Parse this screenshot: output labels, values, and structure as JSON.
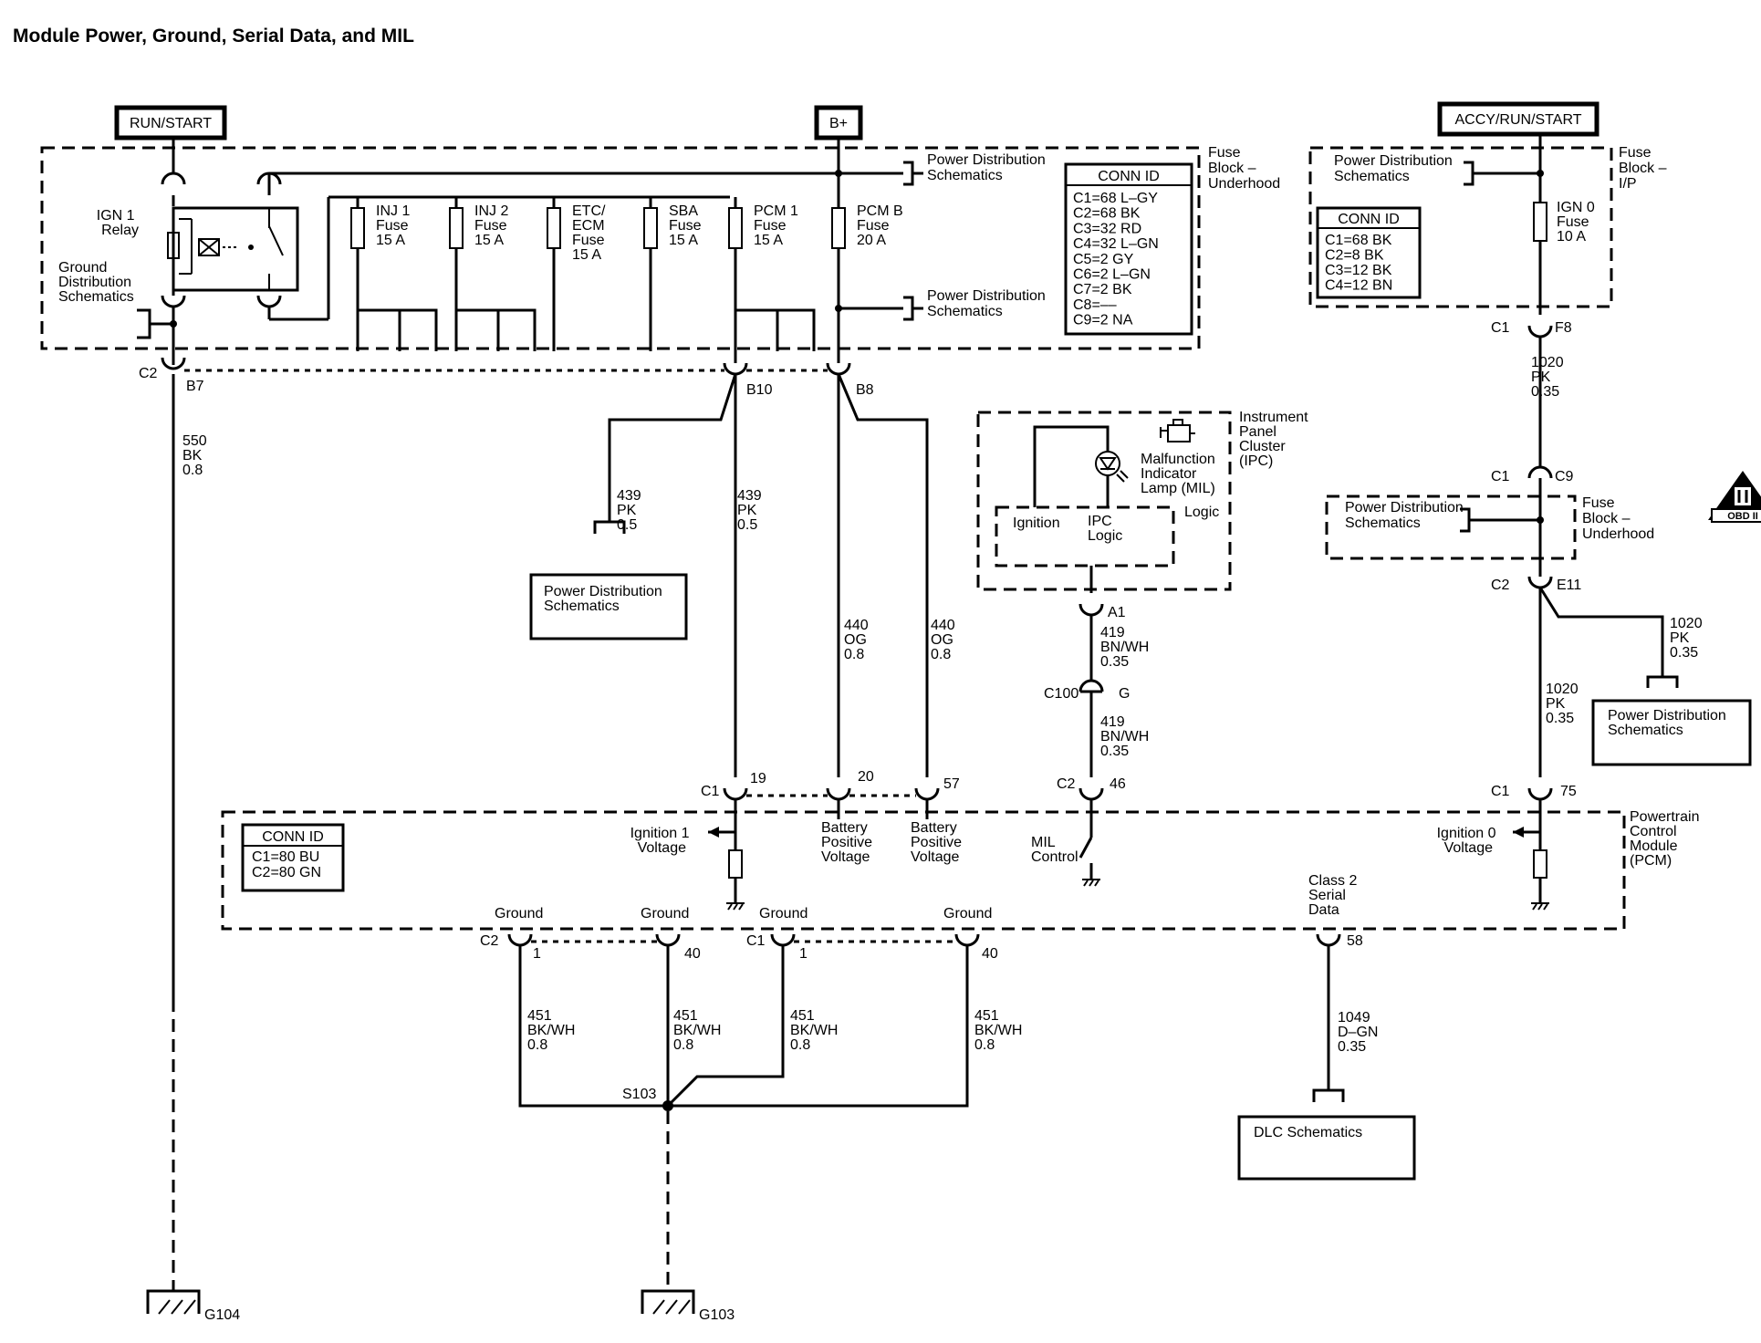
{
  "title": "Module Power, Ground, Serial Data, and MIL",
  "power_labels": {
    "run_start": "RUN/START",
    "bplus": "B+",
    "accy": "ACCY/RUN/START"
  },
  "fuse_block_uh": {
    "name": [
      "Fuse",
      "Block –",
      "Underhood"
    ],
    "relay": [
      "IGN 1",
      "Relay"
    ],
    "ground_ref": [
      "Ground",
      "Distribution",
      "Schematics"
    ],
    "pd_ref_top": [
      "Power Distribution",
      "Schematics"
    ],
    "pd_ref_mid": [
      "Power Distribution",
      "Schematics"
    ],
    "fuses": [
      {
        "lines": [
          "INJ 1",
          "Fuse",
          "15 A"
        ]
      },
      {
        "lines": [
          "INJ 2",
          "Fuse",
          "15 A"
        ]
      },
      {
        "lines": [
          "ETC/",
          "ECM",
          "Fuse",
          "15 A"
        ]
      },
      {
        "lines": [
          "SBA",
          "Fuse",
          "15 A"
        ]
      },
      {
        "lines": [
          "PCM 1",
          "Fuse",
          "15 A"
        ]
      },
      {
        "lines": [
          "PCM B",
          "Fuse",
          "20 A"
        ]
      }
    ],
    "conn_id_title": "CONN ID",
    "conn_ids": [
      "C1=68 L–GY",
      "C2=68 BK",
      "C3=32 RD",
      "C4=32 L–GN",
      "C5=2 GY",
      "C6=2 L–GN",
      "C7=2 BK",
      "C8=––",
      "C9=2 NA"
    ]
  },
  "fuse_block_ip": {
    "name": [
      "Fuse",
      "Block –",
      "I/P"
    ],
    "pd_ref": [
      "Power Distribution",
      "Schematics"
    ],
    "fuse": [
      "IGN 0",
      "Fuse",
      "10 A"
    ],
    "conn_id_title": "CONN ID",
    "conn_ids": [
      "C1=68 BK",
      "C2=8 BK",
      "C3=12 BK",
      "C4=12 BN"
    ]
  },
  "uh_lower": {
    "pd_ref": [
      "Power Distribution",
      "Schematics"
    ],
    "name": [
      "Fuse",
      "Block –",
      "Underhood"
    ]
  },
  "ipc": {
    "name": [
      "Instrument",
      "Panel",
      "Cluster",
      "(IPC)"
    ],
    "mil": [
      "Malfunction",
      "Indicator",
      "Lamp (MIL)"
    ],
    "logic": "Logic",
    "ignition": "Ignition",
    "ipc_logic": [
      "IPC",
      "Logic"
    ]
  },
  "pcm": {
    "name": [
      "Powertrain",
      "Control",
      "Module",
      "(PCM)"
    ],
    "conn_id_title": "CONN ID",
    "conn_ids": [
      "C1=80 BU",
      "C2=80 GN"
    ],
    "ign1": [
      "Ignition 1",
      "Voltage"
    ],
    "batt1": [
      "Battery",
      "Positive",
      "Voltage"
    ],
    "batt2": [
      "Battery",
      "Positive",
      "Voltage"
    ],
    "mil": [
      "MIL",
      "Control"
    ],
    "ign0": [
      "Ignition 0",
      "Voltage"
    ],
    "serial": [
      "Class 2",
      "Serial",
      "Data"
    ],
    "grounds": [
      "Ground",
      "Ground",
      "Ground",
      "Ground"
    ]
  },
  "connectors": {
    "c2": "C2",
    "b7": "B7",
    "b10": "B10",
    "b8": "B8",
    "c1_19": "C1",
    "p19": "19",
    "p20": "20",
    "p57": "57",
    "c1_f8": "C1",
    "f8": "F8",
    "c1_c9": "C1",
    "c9": "C9",
    "c2_e11": "C2",
    "e11": "E11",
    "c1_75": "C1",
    "p75": "75",
    "a1": "A1",
    "c100": "C100",
    "g": "G",
    "c2_46": "C2",
    "p46": "46",
    "c2_g1": "C2",
    "g1": "1",
    "g40": "40",
    "c1_g1": "C1",
    "g1b": "1",
    "g40b": "40",
    "p58": "58"
  },
  "wires": {
    "w550": [
      "550",
      "BK",
      "0.8"
    ],
    "w439a": [
      "439",
      "PK",
      "0.5"
    ],
    "w439b": [
      "439",
      "PK",
      "0.5"
    ],
    "w440a": [
      "440",
      "OG",
      "0.8"
    ],
    "w440b": [
      "440",
      "OG",
      "0.8"
    ],
    "w419a": [
      "419",
      "BN/WH",
      "0.35"
    ],
    "w419b": [
      "419",
      "BN/WH",
      "0.35"
    ],
    "w1020a": [
      "1020",
      "PK",
      "0.35"
    ],
    "w1020b": [
      "1020",
      "PK",
      "0.35"
    ],
    "w1020c": [
      "1020",
      "PK",
      "0.35"
    ],
    "w451a": [
      "451",
      "BK/WH",
      "0.8"
    ],
    "w451b": [
      "451",
      "BK/WH",
      "0.8"
    ],
    "w451c": [
      "451",
      "BK/WH",
      "0.8"
    ],
    "w451d": [
      "451",
      "BK/WH",
      "0.8"
    ],
    "w1049": [
      "1049",
      "D–GN",
      "0.35"
    ]
  },
  "refs": {
    "pd_box1": [
      "Power Distribution",
      "Schematics"
    ],
    "pd_box2": [
      "Power Distribution",
      "Schematics"
    ],
    "dlc": "DLC Schematics"
  },
  "splice": "S103",
  "grounds": {
    "g104": "G104",
    "g103": "G103"
  },
  "obd": "OBD II"
}
